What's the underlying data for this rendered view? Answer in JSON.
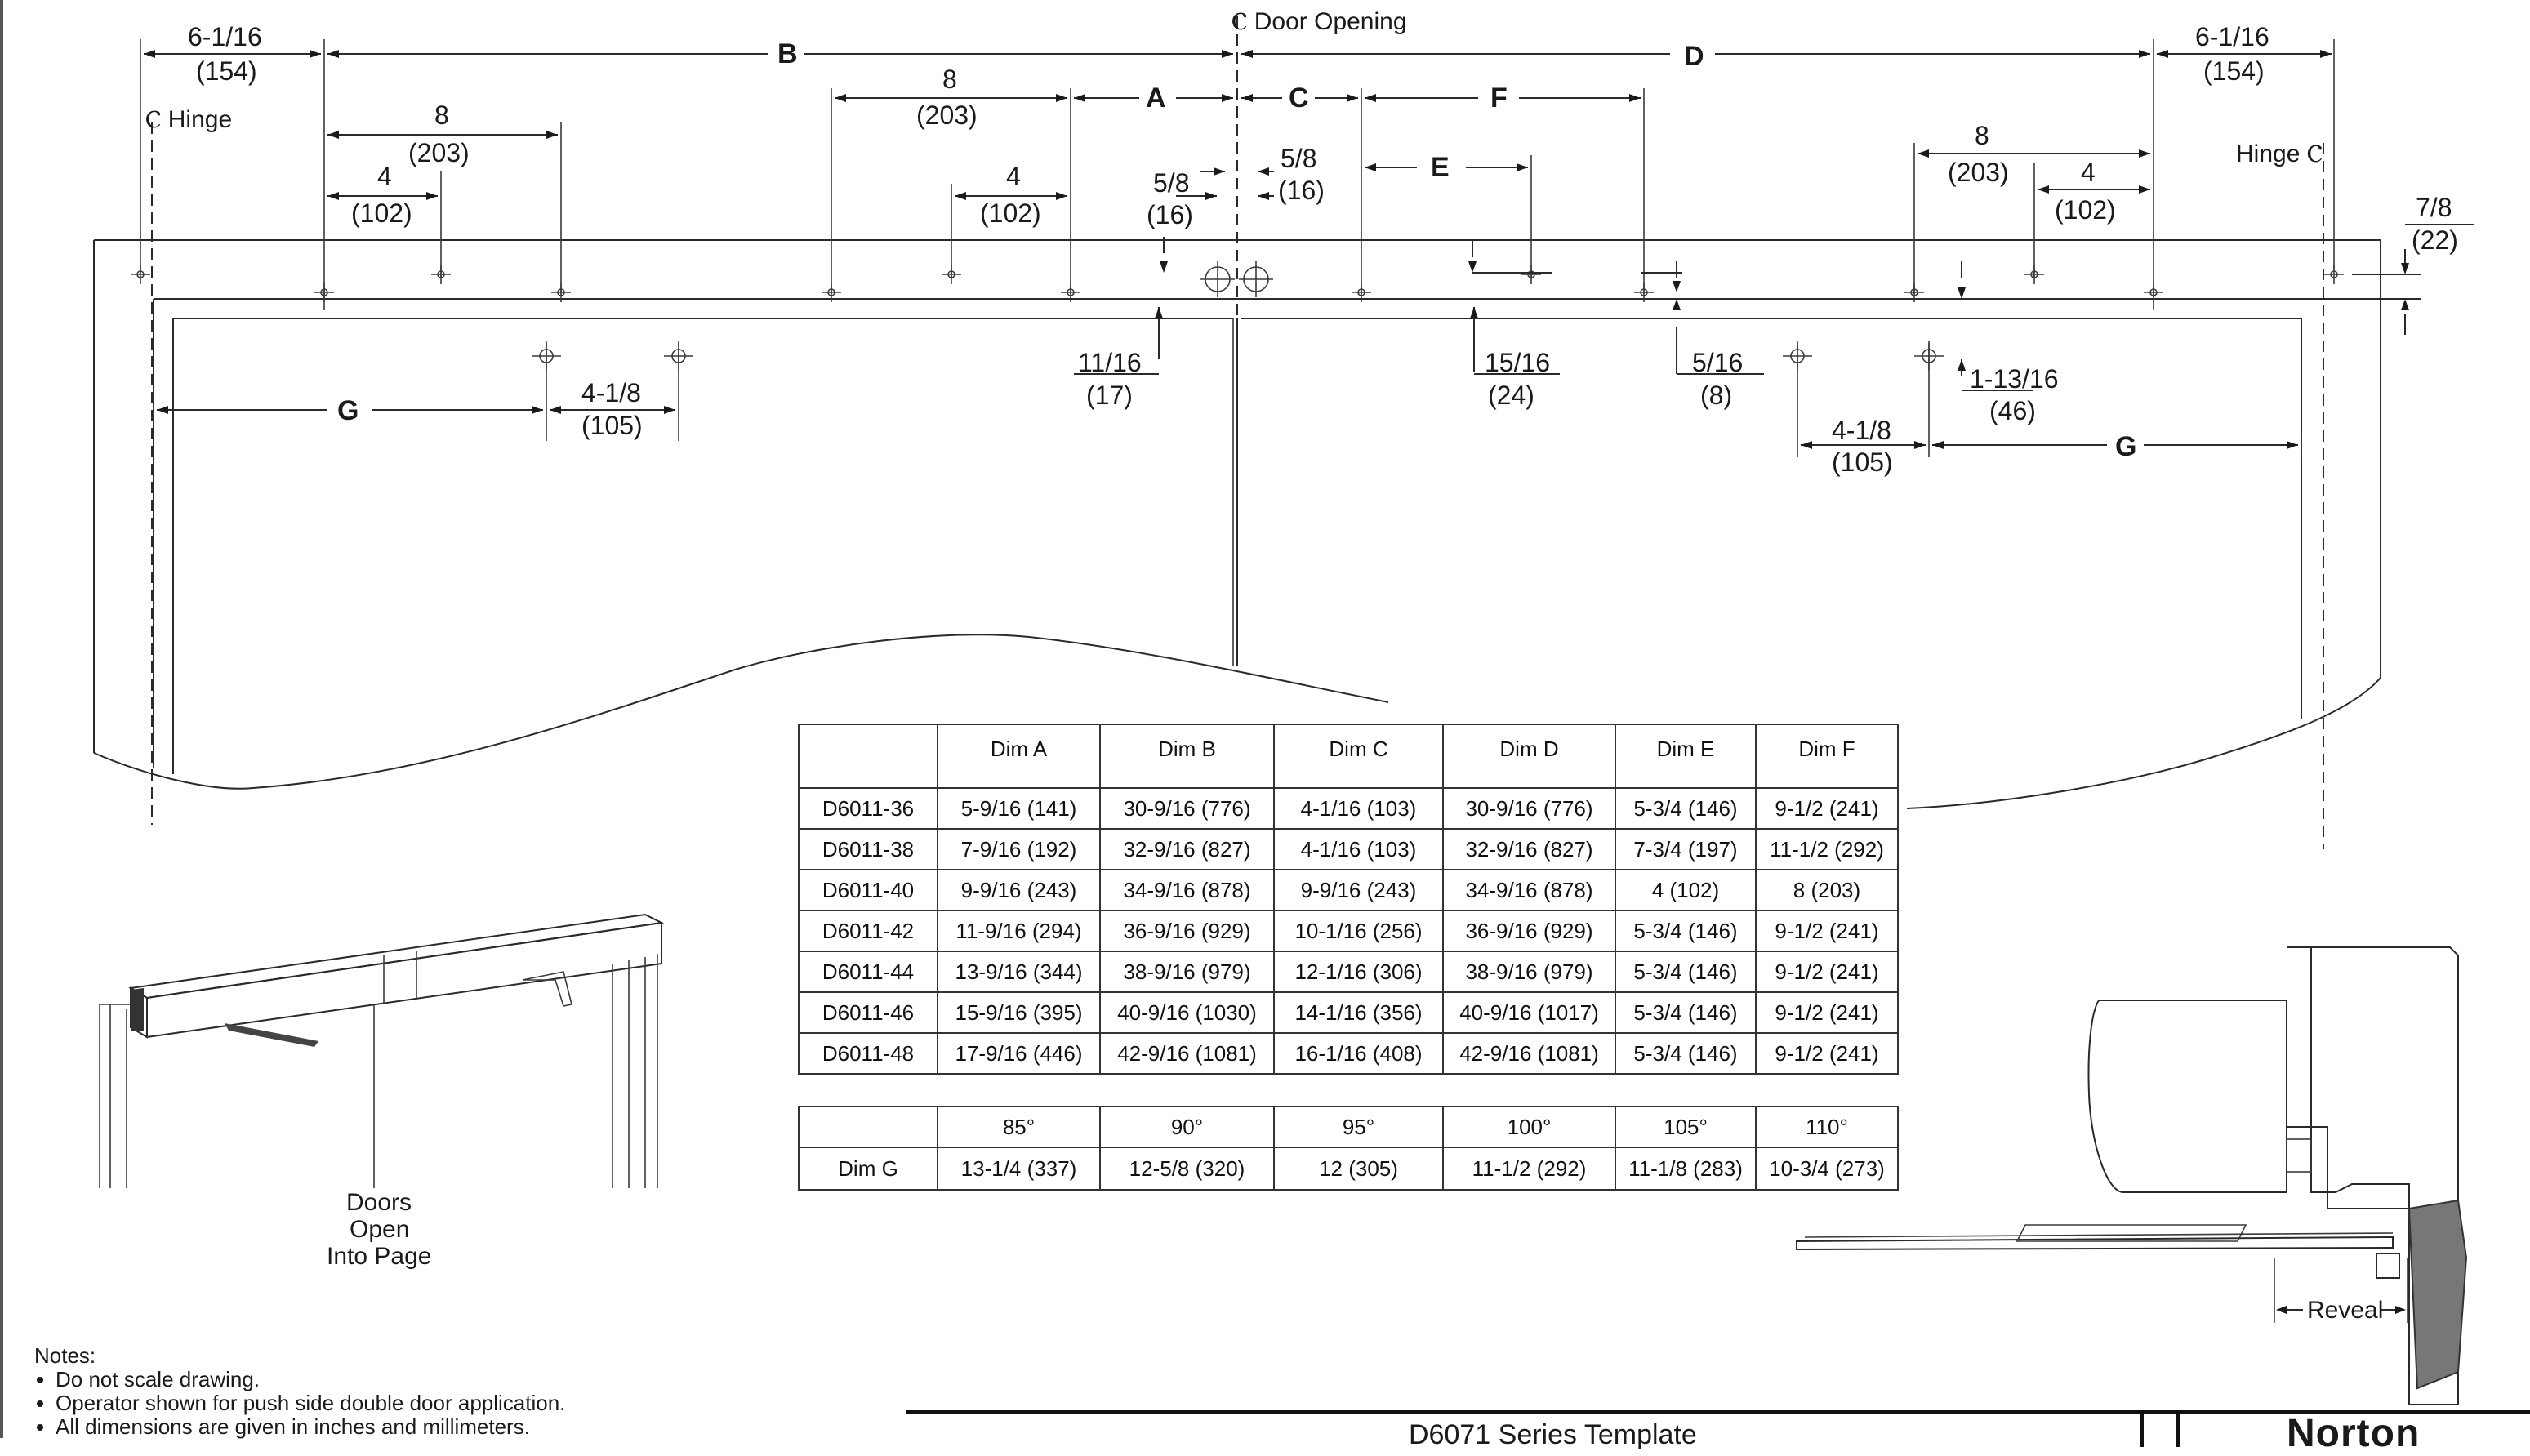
{
  "drawing": {
    "door_opening_label": "Ⲥ Door Opening",
    "hinge_left_label": "Ⲥ Hinge",
    "hinge_right_label": "Hinge Ⲥ",
    "letters": {
      "A": "A",
      "B": "B",
      "C": "C",
      "D": "D",
      "E": "E",
      "F": "F",
      "G": "G"
    },
    "dims": {
      "left_6_1_16": "6-1/16",
      "left_154": "(154)",
      "right_6_1_16": "6-1/16",
      "right_154": "(154)",
      "l8": "8",
      "l203": "(203)",
      "l4": "4",
      "l102": "(102)",
      "m8": "8",
      "m203": "(203)",
      "m4": "4",
      "m102": "(102)",
      "r8": "8",
      "r203": "(203)",
      "r4": "4",
      "r102": "(102)",
      "c5_8a": "5/8",
      "c16a": "(16)",
      "c5_8b": "5/8",
      "c16b": "(16)",
      "n11_16": "11/16",
      "n17": "(17)",
      "n15_16": "15/16",
      "n24": "(24)",
      "n5_16": "5/16",
      "n8": "(8)",
      "n1_13_16": "1-13/16",
      "n46": "(46)",
      "n7_8": "7/8",
      "n22": "(22)",
      "g4_1_8l": "4-1/8",
      "g105l": "(105)",
      "g4_1_8r": "4-1/8",
      "g105r": "(105)"
    },
    "doors_label_1": "Doors",
    "doors_label_2": "Open",
    "doors_label_3": "Into Page",
    "reveal_label": "Reveal"
  },
  "dim_table": {
    "headers": [
      "",
      "Dim A",
      "Dim B",
      "Dim C",
      "Dim D",
      "Dim E",
      "Dim F"
    ],
    "rows": [
      [
        "D6011-36",
        "5-9/16 (141)",
        "30-9/16 (776)",
        "4-1/16 (103)",
        "30-9/16 (776)",
        "5-3/4 (146)",
        "9-1/2 (241)"
      ],
      [
        "D6011-38",
        "7-9/16 (192)",
        "32-9/16 (827)",
        "4-1/16 (103)",
        "32-9/16 (827)",
        "7-3/4 (197)",
        "11-1/2 (292)"
      ],
      [
        "D6011-40",
        "9-9/16 (243)",
        "34-9/16 (878)",
        "9-9/16 (243)",
        "34-9/16 (878)",
        "4 (102)",
        "8 (203)"
      ],
      [
        "D6011-42",
        "11-9/16 (294)",
        "36-9/16 (929)",
        "10-1/16 (256)",
        "36-9/16 (929)",
        "5-3/4 (146)",
        "9-1/2 (241)"
      ],
      [
        "D6011-44",
        "13-9/16 (344)",
        "38-9/16 (979)",
        "12-1/16 (306)",
        "38-9/16 (979)",
        "5-3/4 (146)",
        "9-1/2 (241)"
      ],
      [
        "D6011-46",
        "15-9/16 (395)",
        "40-9/16 (1030)",
        "14-1/16 (356)",
        "40-9/16 (1017)",
        "5-3/4 (146)",
        "9-1/2 (241)"
      ],
      [
        "D6011-48",
        "17-9/16 (446)",
        "42-9/16 (1081)",
        "16-1/16 (408)",
        "42-9/16 (1081)",
        "5-3/4 (146)",
        "9-1/2 (241)"
      ]
    ]
  },
  "angle_table": {
    "headers": [
      "",
      "85°",
      "90°",
      "95°",
      "100°",
      "105°",
      "110°"
    ],
    "row": [
      "Dim G",
      "13-1/4 (337)",
      "12-5/8 (320)",
      "12 (305)",
      "11-1/2 (292)",
      "11-1/8 (283)",
      "10-3/4 (273)"
    ]
  },
  "notes": {
    "title": "Notes:",
    "items": [
      "Do not scale drawing.",
      "Operator shown for push side double door application.",
      "All dimensions are given in inches and millimeters."
    ]
  },
  "title_block": {
    "title": "D6071 Series Template",
    "brand": "Norton"
  }
}
